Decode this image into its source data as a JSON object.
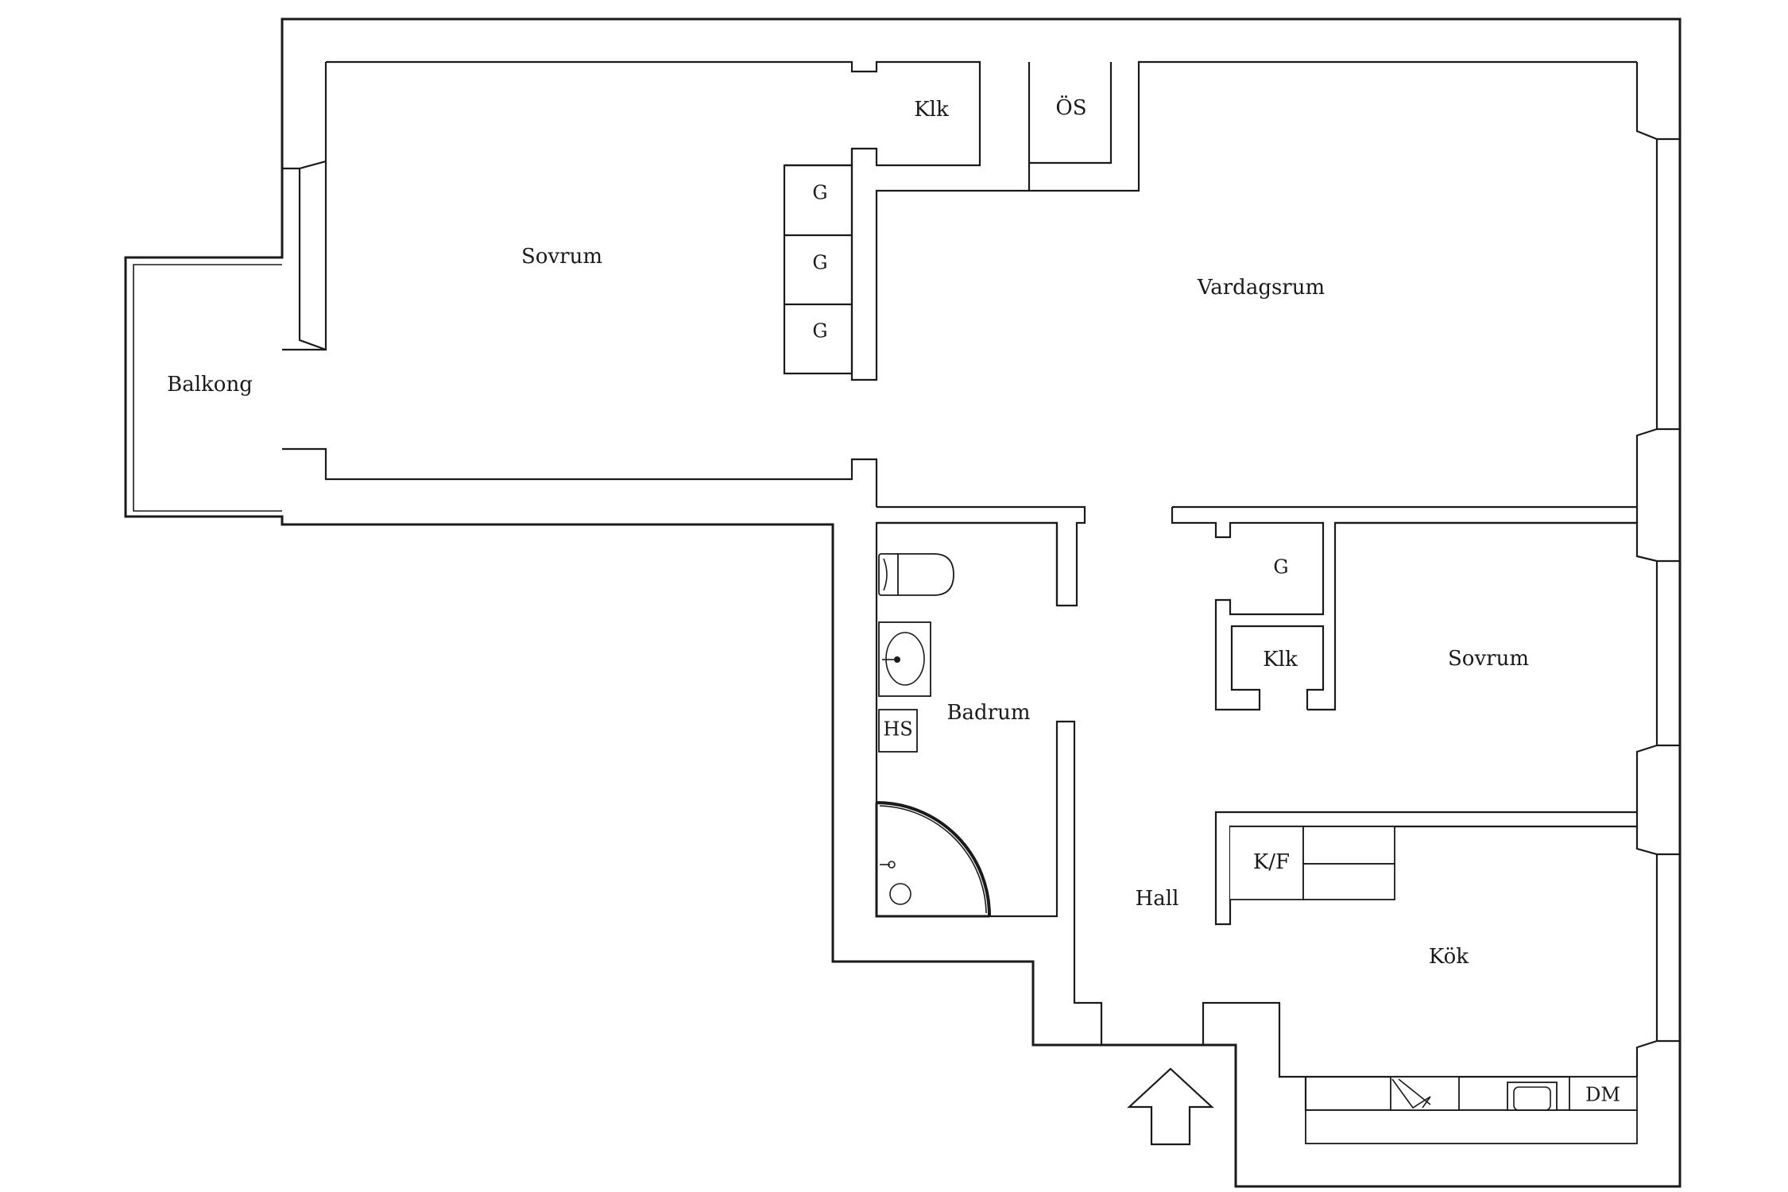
{
  "rooms": {
    "balkong": "Balkong",
    "sovrum_left": "Sovrum",
    "klk_top": "Klk",
    "os": "ÖS",
    "g1": "G",
    "g2": "G",
    "g3": "G",
    "vardagsrum": "Vardagsrum",
    "badrum": "Badrum",
    "hs": "HS",
    "g_right": "G",
    "klk_right": "Klk",
    "sovrum_right": "Sovrum",
    "kf": "K/F",
    "hall": "Hall",
    "kok": "Kök",
    "dm": "DM"
  },
  "entrance": "entrance-arrow-icon"
}
